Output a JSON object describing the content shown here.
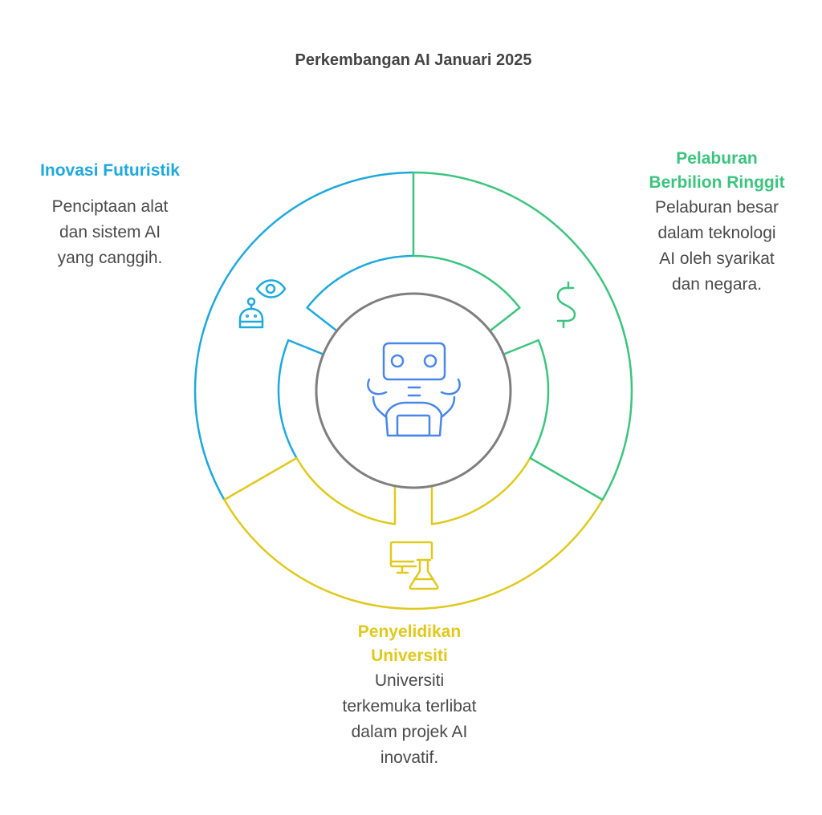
{
  "title": "Perkembangan AI Januari 2025",
  "colors": {
    "blue": "#1ea9dc",
    "green": "#3cc47e",
    "yellow": "#e0c91c",
    "gray": "#7f7f7f",
    "robot": "#4a86e8"
  },
  "sections": [
    {
      "title": "Inovasi Futuristik",
      "description": [
        "Penciptaan alat",
        "dan sistem AI",
        "yang canggih."
      ],
      "icon": "robot-eye-icon"
    },
    {
      "title": [
        "Pelaburan",
        "Berbilion Ringgit"
      ],
      "description": [
        "Pelaburan besar",
        "dalam teknologi",
        "AI oleh syarikat",
        "dan negara."
      ],
      "icon": "dollar-icon"
    },
    {
      "title": [
        "Penyelidikan",
        "Universiti"
      ],
      "description": [
        "Universiti",
        "terkemuka terlibat",
        "dalam projek AI",
        "inovatif."
      ],
      "icon": "computer-lab-icon"
    }
  ],
  "center_icon": "robot-icon"
}
